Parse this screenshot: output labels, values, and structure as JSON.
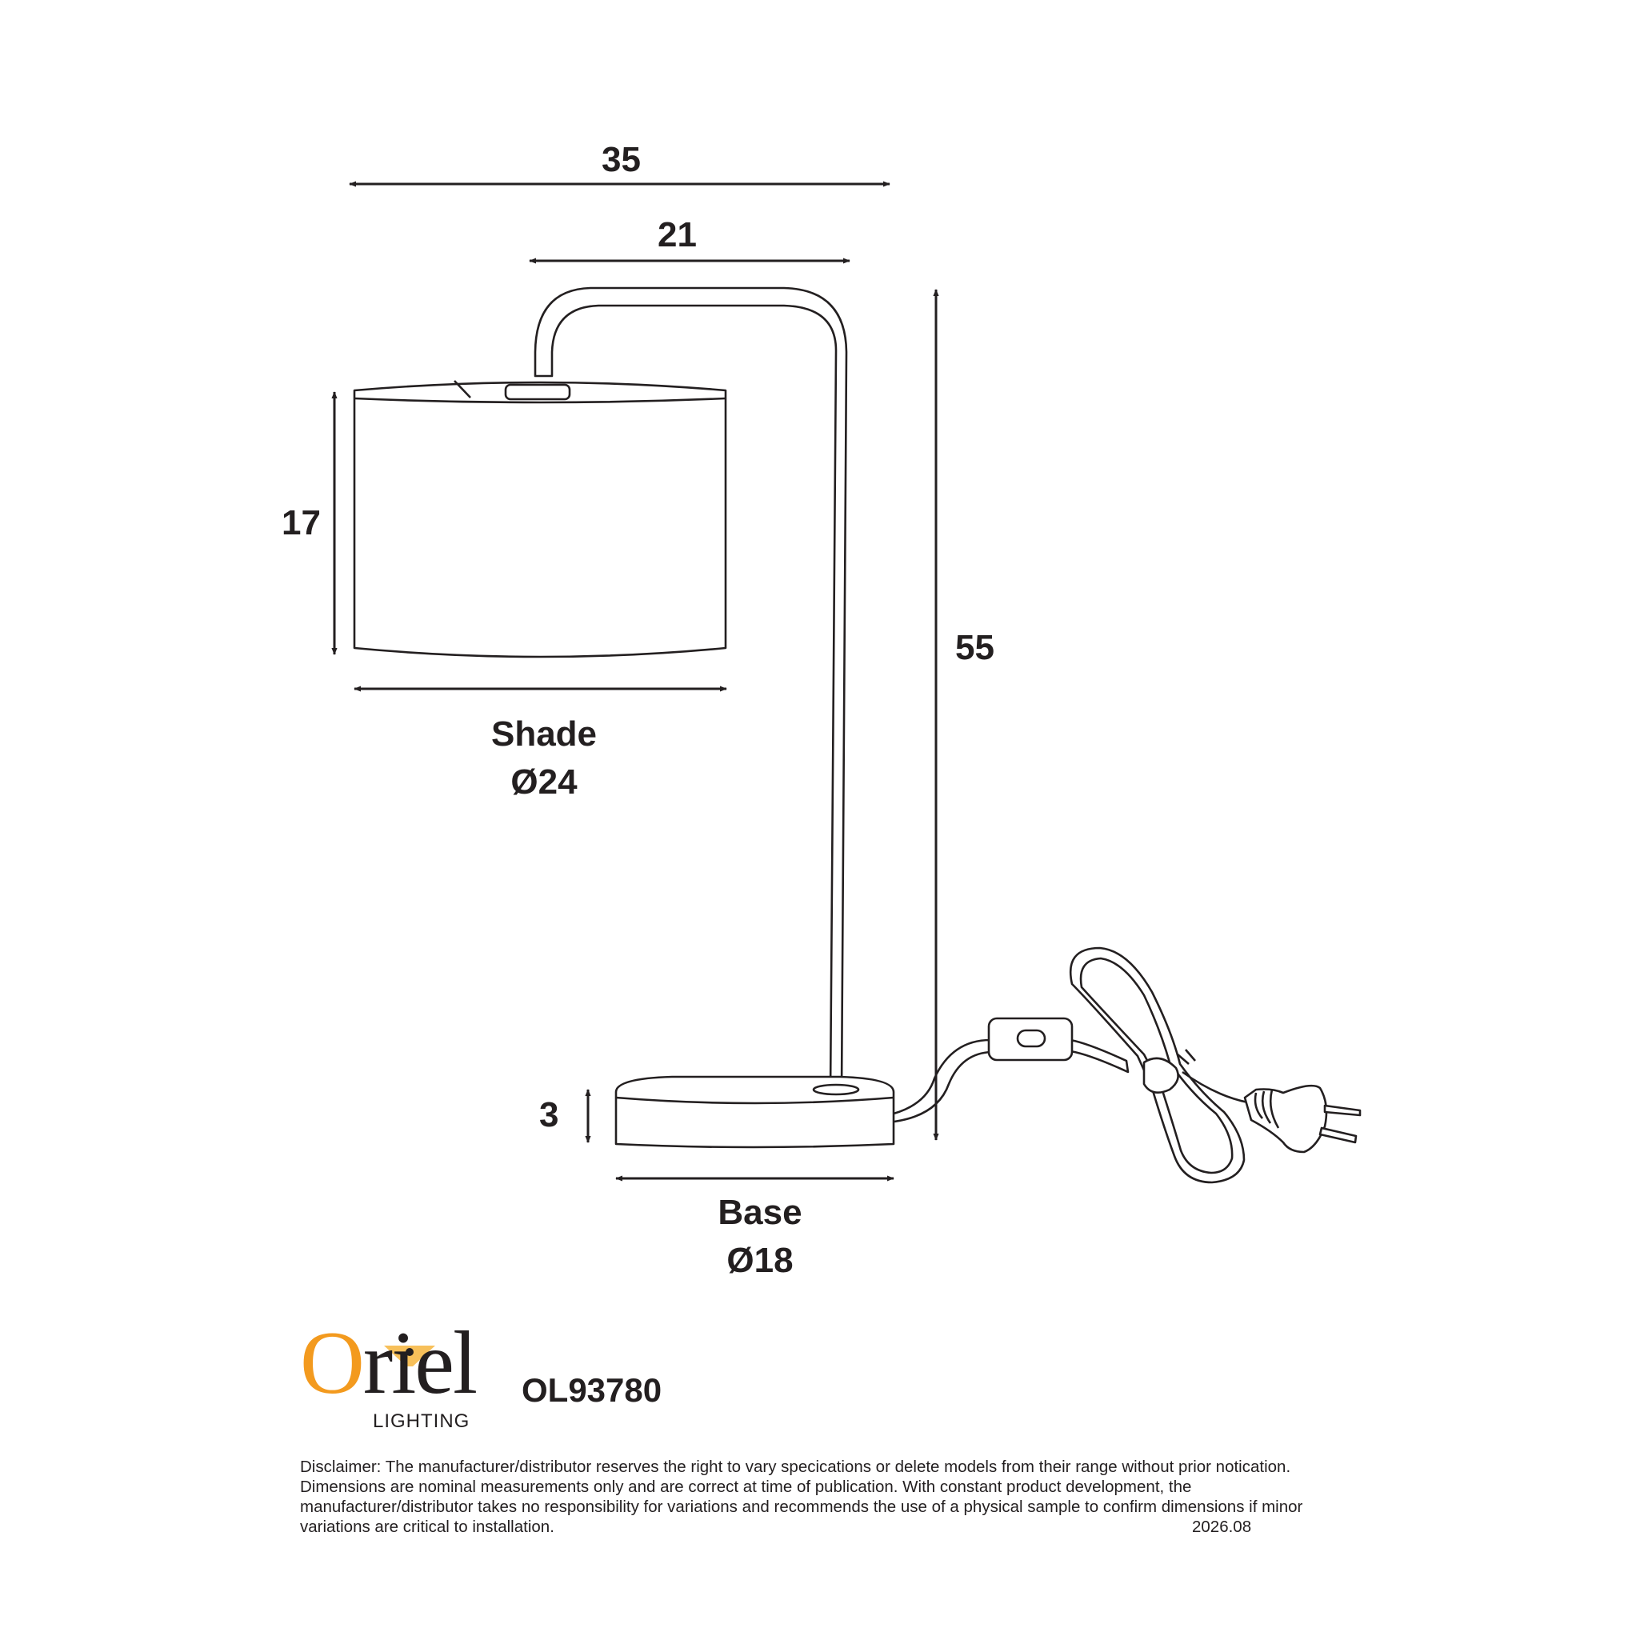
{
  "dimensions": {
    "overall_width": "35",
    "arm_reach": "21",
    "shade_height": "17",
    "overall_height": "55",
    "base_height": "3",
    "shade_label": "Shade",
    "shade_diameter": "Ø24",
    "base_label": "Base",
    "base_diameter": "Ø18"
  },
  "brand": {
    "logo_letter": "O",
    "logo_rest": "riel",
    "logo_sub": "LIGHTING",
    "model_code": "OL93780",
    "colors": {
      "orange": "#f39a1e",
      "ink": "#231f20"
    }
  },
  "footer": {
    "disclaimer_lines": [
      "Disclaimer: The manufacturer/distributor reserves the right to vary specications or delete models from their range without prior notication.",
      "Dimensions are nominal measurements only and are correct at time of publication. With constant product development, the",
      "manufacturer/distributor takes no responsibility for variations and recommends the use of a physical sample to confirm dimensions if minor",
      "variations are critical to installation."
    ],
    "date": "2026.08"
  }
}
